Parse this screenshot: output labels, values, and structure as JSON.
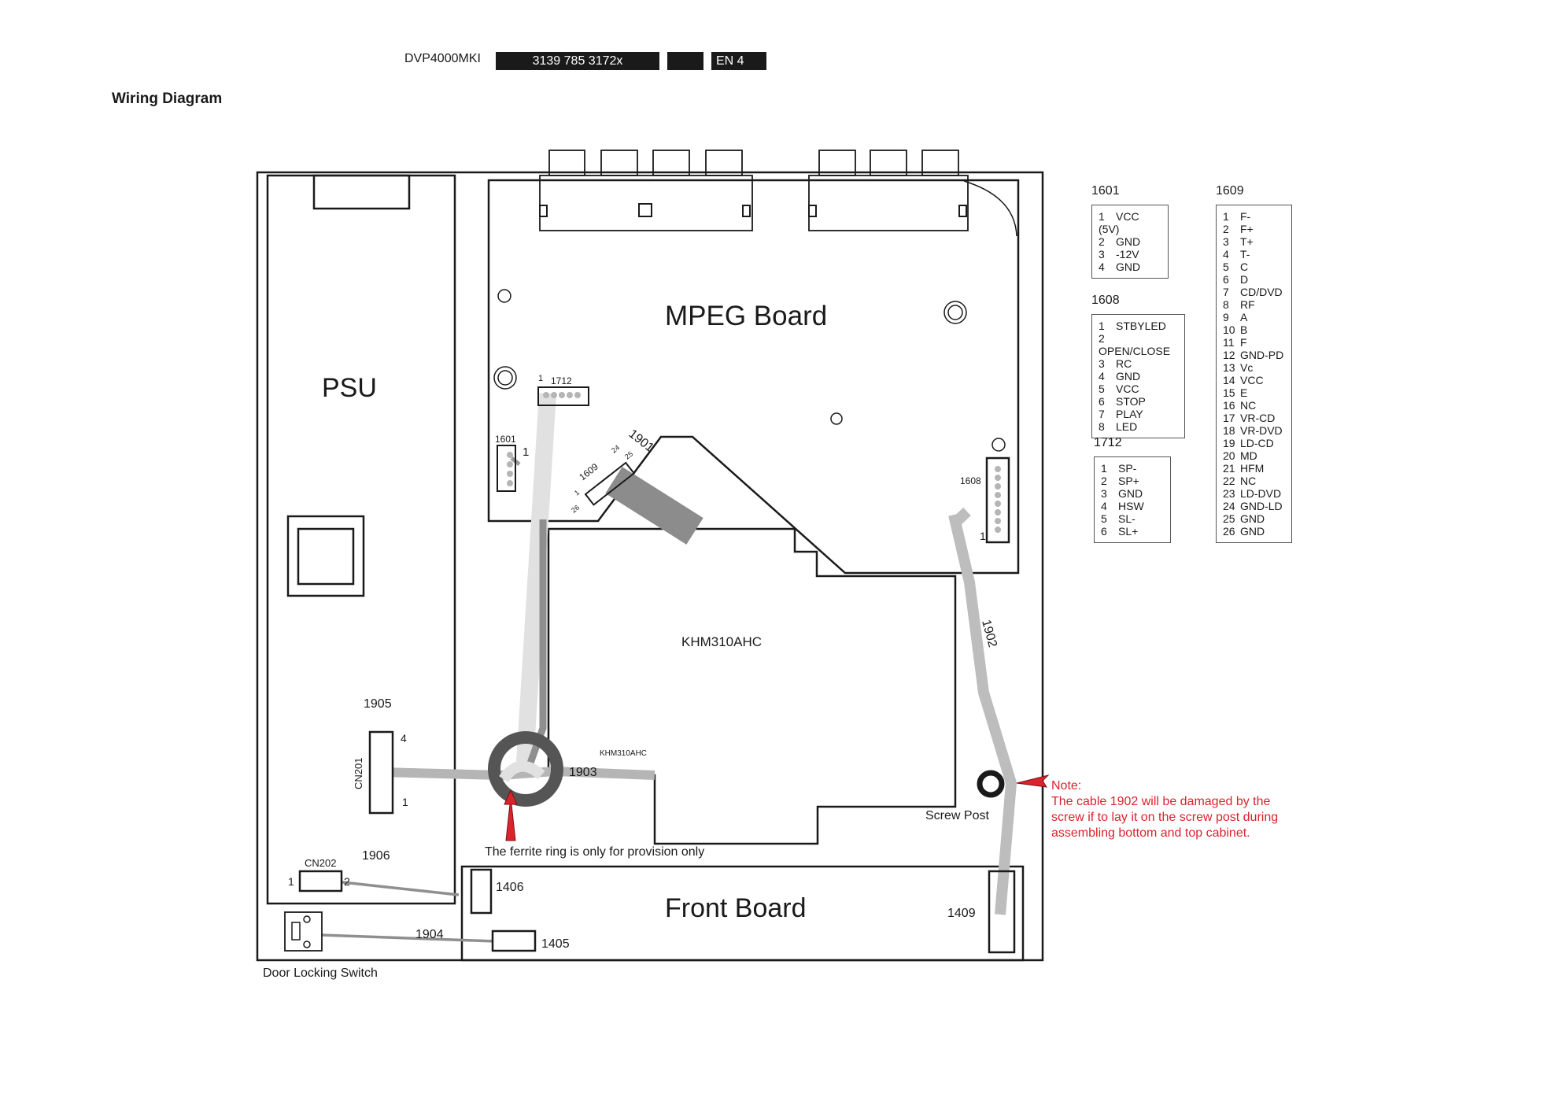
{
  "header": {
    "model": "DVP4000MKI",
    "code": "3139 785 3172x",
    "blank": "",
    "page": "EN 4"
  },
  "title": "Wiring Diagram",
  "boards": {
    "psu": "PSU",
    "mpeg": "MPEG Board",
    "loader": "KHM310AHC",
    "loader_small": "KHM310AHC",
    "front": "Front Board"
  },
  "labels": {
    "c1905": "1905",
    "c1906": "1906",
    "c1903": "1903",
    "c1902": "1902",
    "c1904": "1904",
    "c1901": "1901",
    "c1406": "1406",
    "c1405": "1405",
    "c1409": "1409",
    "c1601": "1601",
    "c1608": "1608",
    "c1609": "1609",
    "c1712": "1712",
    "cn201": "CN201",
    "cn202": "CN202",
    "pin1": "1",
    "pin2": "2",
    "pin4": "4",
    "pin24": "24",
    "pin25": "25",
    "pin26": "26",
    "screw_post": "Screw Post",
    "ferrite": "The ferrite ring is only for provision only",
    "door_switch": "Door Locking Switch",
    "note_title": "Note:",
    "note_l1": "The cable 1902 will be damaged by the",
    "note_l2": "screw if to lay it on the screw post during",
    "note_l3": "assembling bottom and top cabinet."
  },
  "colors": {
    "note_red": "#d9232d",
    "cable_light": "#d9d9d9",
    "cable_mid": "#a8a8a8",
    "cable_dark": "#7a7a7a",
    "ferrite": "#555555"
  },
  "pinouts": {
    "t1601": {
      "name": "1601",
      "pins": [
        {
          "n": "1",
          "s": "VCC (5V)"
        },
        {
          "n": "2",
          "s": "GND"
        },
        {
          "n": "3",
          "s": "-12V"
        },
        {
          "n": "4",
          "s": "GND"
        }
      ]
    },
    "t1608": {
      "name": "1608",
      "pins": [
        {
          "n": "1",
          "s": "STBYLED"
        },
        {
          "n": "2",
          "s": "OPEN/CLOSE"
        },
        {
          "n": "3",
          "s": "RC"
        },
        {
          "n": "4",
          "s": "GND"
        },
        {
          "n": "5",
          "s": "VCC"
        },
        {
          "n": "6",
          "s": "STOP"
        },
        {
          "n": "7",
          "s": "PLAY"
        },
        {
          "n": "8",
          "s": "LED"
        }
      ]
    },
    "t1712": {
      "name": "1712",
      "pins": [
        {
          "n": "1",
          "s": "SP-"
        },
        {
          "n": "2",
          "s": "SP+"
        },
        {
          "n": "3",
          "s": "GND"
        },
        {
          "n": "4",
          "s": "HSW"
        },
        {
          "n": "5",
          "s": "SL-"
        },
        {
          "n": "6",
          "s": "SL+"
        }
      ]
    },
    "t1609": {
      "name": "1609",
      "pins": [
        {
          "n": "1",
          "s": "F-"
        },
        {
          "n": "2",
          "s": "F+"
        },
        {
          "n": "3",
          "s": "T+"
        },
        {
          "n": "4",
          "s": "T-"
        },
        {
          "n": "5",
          "s": "C"
        },
        {
          "n": "6",
          "s": "D"
        },
        {
          "n": "7",
          "s": "CD/DVD"
        },
        {
          "n": "8",
          "s": "RF"
        },
        {
          "n": "9",
          "s": "A"
        },
        {
          "n": "10",
          "s": "B"
        },
        {
          "n": "11",
          "s": "F"
        },
        {
          "n": "12",
          "s": "GND-PD"
        },
        {
          "n": "13",
          "s": "Vc"
        },
        {
          "n": "14",
          "s": "VCC"
        },
        {
          "n": "15",
          "s": "E"
        },
        {
          "n": "16",
          "s": "NC"
        },
        {
          "n": "17",
          "s": "VR-CD"
        },
        {
          "n": "18",
          "s": "VR-DVD"
        },
        {
          "n": "19",
          "s": "LD-CD"
        },
        {
          "n": "20",
          "s": "MD"
        },
        {
          "n": "21",
          "s": "HFM"
        },
        {
          "n": "22",
          "s": "NC"
        },
        {
          "n": "23",
          "s": "LD-DVD"
        },
        {
          "n": "24",
          "s": "GND-LD"
        },
        {
          "n": "25",
          "s": "GND"
        },
        {
          "n": "26",
          "s": "GND"
        }
      ]
    }
  }
}
